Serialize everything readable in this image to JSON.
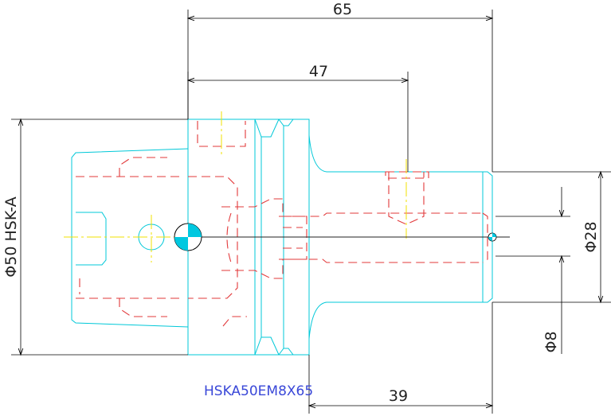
{
  "part_label": "HSKA50EM8X65",
  "dimensions": {
    "overall_length": "65",
    "gauge_length": "47",
    "shank_length": "39",
    "flange_dia": "Φ50 HSK-A",
    "body_dia": "Φ28",
    "bore_dia": "Φ8"
  },
  "colors": {
    "outline": "#00c8d8",
    "hidden": "#e2383a",
    "centerline": "#f2e200",
    "dimension": "#000000",
    "label": "#3a48d8"
  }
}
